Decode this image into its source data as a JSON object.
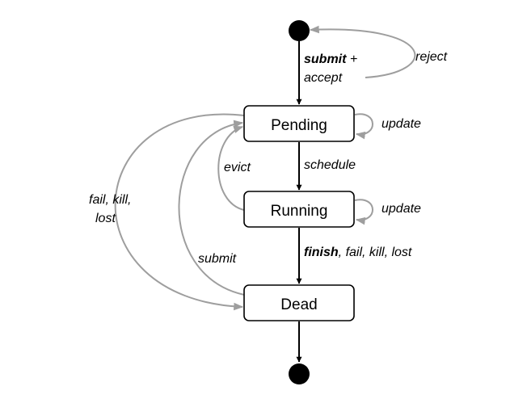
{
  "states": {
    "pending": "Pending",
    "running": "Running",
    "dead": "Dead"
  },
  "transitions": {
    "submit_accept": {
      "part1": "submit",
      "plus": " +",
      "part2": "accept"
    },
    "reject": "reject",
    "update_pending": "update",
    "schedule": "schedule",
    "evict": "evict",
    "update_running": "update",
    "finish": {
      "bold": "finish",
      "rest": ", fail, kill, lost"
    },
    "fail_kill_lost": {
      "line1": "fail, kill,",
      "line2": "lost"
    },
    "submit_from_dead": "submit"
  },
  "colors": {
    "primary_edge": "#000000",
    "secondary_edge": "#9e9e9e",
    "state_border": "#000000",
    "endpoint_fill": "#000000"
  }
}
